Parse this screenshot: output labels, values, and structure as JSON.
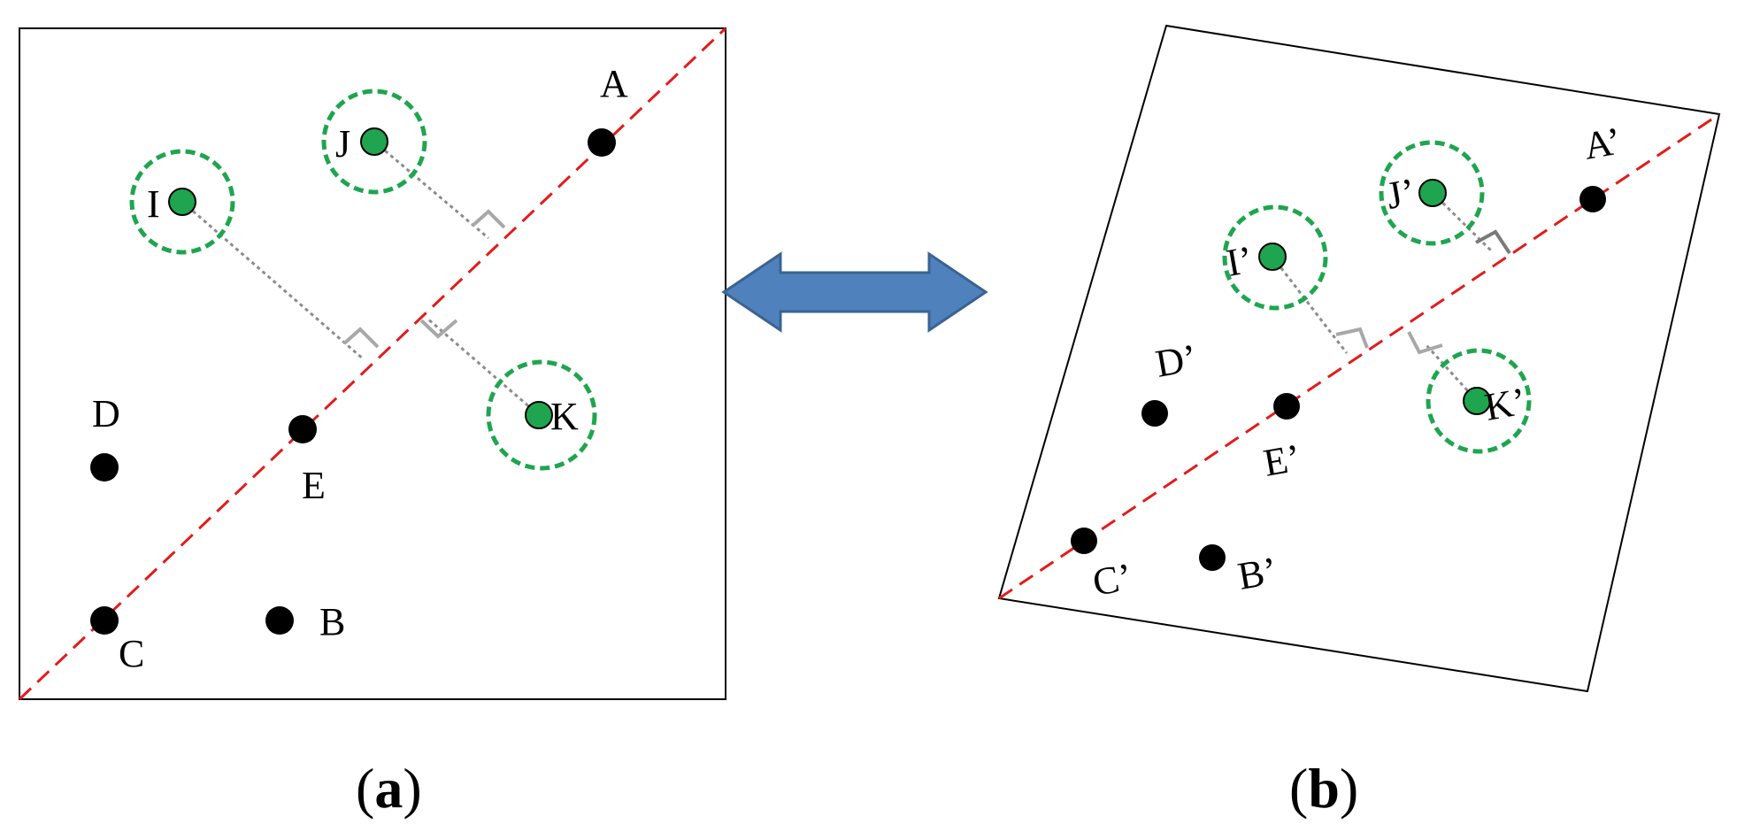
{
  "panel_a": {
    "points": {
      "A": "A",
      "B": "B",
      "C": "C",
      "D": "D",
      "E": "E",
      "I": "I",
      "J": "J",
      "K": "K"
    },
    "caption": {
      "open": "(",
      "letter": "a",
      "close": ")"
    }
  },
  "panel_b": {
    "points": {
      "A": "A’",
      "B": "B’",
      "C": "C’",
      "D": "D’",
      "E": "E’",
      "I": "I’",
      "J": "J’",
      "K": "K’"
    },
    "caption": {
      "open": "(",
      "letter": "b",
      "close": ")"
    }
  },
  "colors": {
    "reference_line": "#e31b1b",
    "feature_point_fill": "#1fa54f",
    "neighborhood_circle": "#1fa54f",
    "control_point": "#000000",
    "perpendicular": "#8c8c8c",
    "arrow_fill": "#4f81bd",
    "arrow_stroke": "#3a6391"
  }
}
